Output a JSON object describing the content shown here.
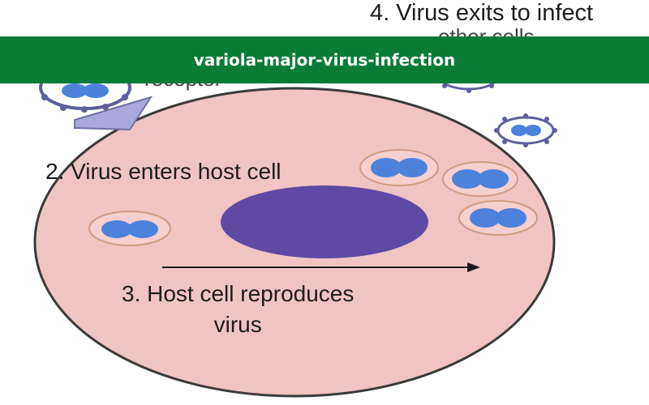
{
  "banner": {
    "title": "variola-major-virus-infection",
    "color": "#0b7b38"
  },
  "labels": {
    "step4": "4. Virus exits to infect",
    "step4_cont": "other cells",
    "step1_cont": "receptor",
    "step2": "2. Virus enters host cell",
    "step3_line1": "3. Host cell reproduces",
    "step3_line2": "virus"
  },
  "colors": {
    "cell_fill": "#f1c4c4",
    "cell_stroke": "#3a3a3a",
    "nucleus": "#5e4aa4",
    "virus_core": "#4c82dc",
    "vesicle_fill": "#f6cfcf",
    "vesicle_stroke": "#cf9a82",
    "capsid": "#5c5f9e",
    "receptor": "#a8a9d8"
  }
}
